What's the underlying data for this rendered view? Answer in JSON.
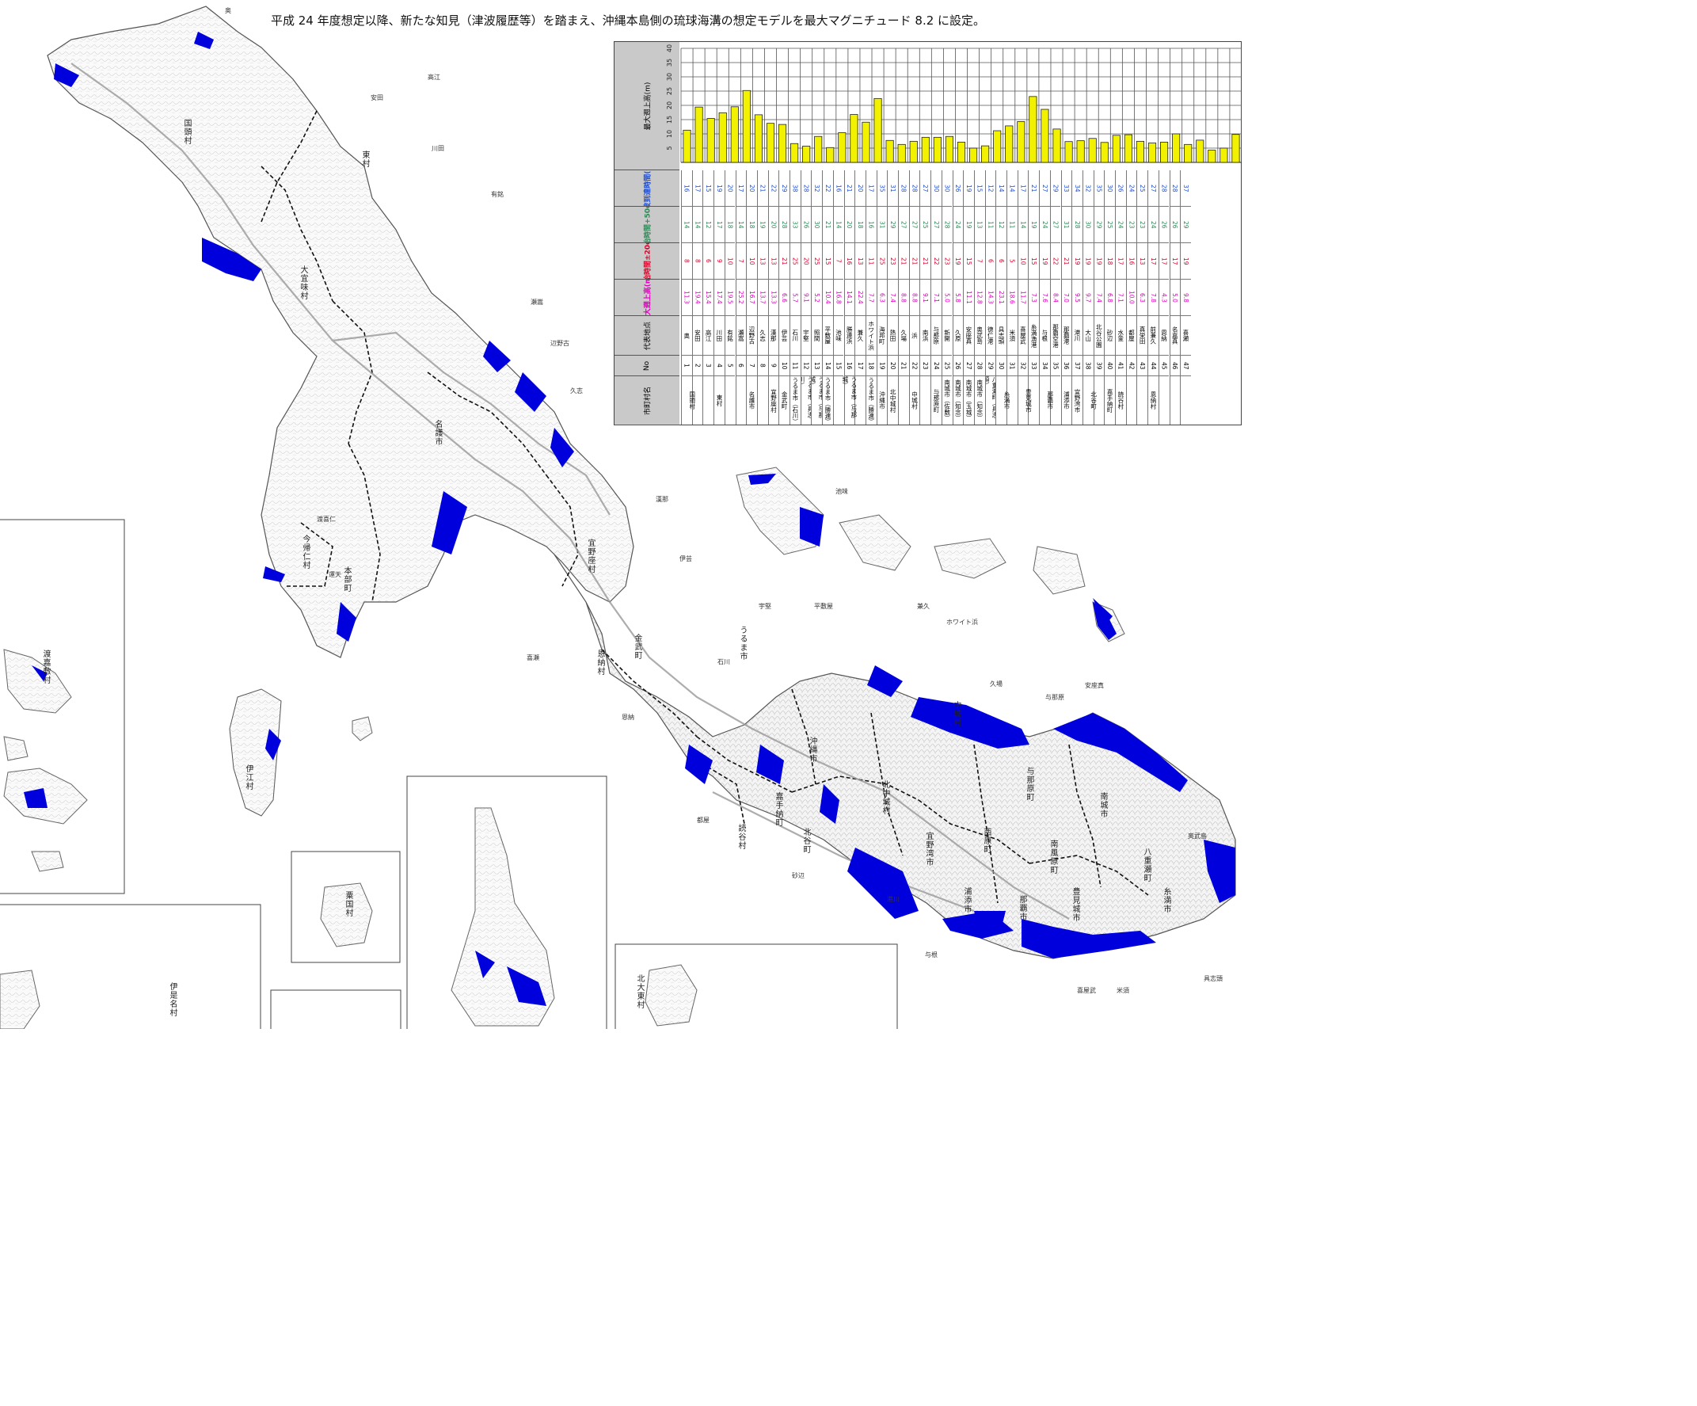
{
  "headline": "平成 24 年度想定以降、新たな知見（津波履歴等）を踏まえ、沖縄本島側の琉球海溝の想定モデルを最大マグニチュード 8.2 に設定。",
  "table": {
    "headers": {
      "municipality": "市町村名",
      "no": "No",
      "place": "代表地点",
      "max_height": "最大遡上高(m)",
      "impact_20": "影響開始時間±20cm(分)",
      "impact_50": "影響開始時間+50cm(分)",
      "arrival": "津波到達時間(分)",
      "chart_title": "最大遡上高(m)"
    },
    "municipality_groups": [
      {
        "name": "国頭村",
        "span": 2
      },
      {
        "name": "東村",
        "span": 3
      },
      {
        "name": "名護市",
        "span": 3
      },
      {
        "name": "宜野座村",
        "span": 1
      },
      {
        "name": "金武町",
        "span": 1
      },
      {
        "name": "うるま市（石川）",
        "span": 1
      },
      {
        "name": "うるま市（具志川）",
        "span": 1
      },
      {
        "name": "うるま市（与那城）",
        "span": 1
      },
      {
        "name": "うるま市（勝連）",
        "span": 1
      },
      {
        "name": "うるま市（与那城）",
        "span": 3
      },
      {
        "name": "うるま市（勝連）",
        "span": 1
      },
      {
        "name": "沖縄市",
        "span": 1
      },
      {
        "name": "北中城村",
        "span": 1
      },
      {
        "name": "中城村",
        "span": 3
      },
      {
        "name": "与那原町",
        "span": 1
      },
      {
        "name": "南城市（佐敷）",
        "span": 1
      },
      {
        "name": "南城市（知念）",
        "span": 1
      },
      {
        "name": "南城市（玉城）",
        "span": 1
      },
      {
        "name": "南城市（知念）",
        "span": 1
      },
      {
        "name": "八重瀬町（具志頭）",
        "span": 1
      },
      {
        "name": "糸満市",
        "span": 2
      },
      {
        "name": "豊見城市",
        "span": 2
      },
      {
        "name": "那覇市",
        "span": 2
      },
      {
        "name": "浦添市",
        "span": 1
      },
      {
        "name": "宜野湾市",
        "span": 1
      },
      {
        "name": "北谷町",
        "span": 2
      },
      {
        "name": "嘉手納町",
        "span": 1
      },
      {
        "name": "読谷村",
        "span": 1
      },
      {
        "name": "恩納村",
        "span": 5
      }
    ],
    "rows": [
      {
        "no": "1",
        "place": "奥",
        "h": "11.3",
        "imp": "8",
        "inf": "14",
        "arr": "16"
      },
      {
        "no": "2",
        "place": "安田",
        "h": "19.4",
        "imp": "8",
        "inf": "14",
        "arr": "17"
      },
      {
        "no": "3",
        "place": "高江",
        "h": "15.4",
        "imp": "6",
        "inf": "12",
        "arr": "15"
      },
      {
        "no": "4",
        "place": "川田",
        "h": "17.4",
        "imp": "9",
        "inf": "17",
        "arr": "19"
      },
      {
        "no": "5",
        "place": "有銘",
        "h": "19.5",
        "imp": "10",
        "inf": "18",
        "arr": "20"
      },
      {
        "no": "6",
        "place": "瀬嵩",
        "h": "25.2",
        "imp": "7",
        "inf": "14",
        "arr": "17"
      },
      {
        "no": "7",
        "place": "辺野古",
        "h": "16.7",
        "imp": "10",
        "inf": "18",
        "arr": "20"
      },
      {
        "no": "8",
        "place": "久志",
        "h": "13.7",
        "imp": "13",
        "inf": "19",
        "arr": "21"
      },
      {
        "no": "9",
        "place": "漢那",
        "h": "13.3",
        "imp": "13",
        "inf": "20",
        "arr": "22"
      },
      {
        "no": "10",
        "place": "伊芸",
        "h": "6.6",
        "imp": "21",
        "inf": "28",
        "arr": "29"
      },
      {
        "no": "11",
        "place": "石川",
        "h": "5.7",
        "imp": "25",
        "inf": "33",
        "arr": "38"
      },
      {
        "no": "12",
        "place": "宇堅",
        "h": "9.1",
        "imp": "20",
        "inf": "26",
        "arr": "28"
      },
      {
        "no": "13",
        "place": "照間",
        "h": "5.2",
        "imp": "25",
        "inf": "30",
        "arr": "32"
      },
      {
        "no": "14",
        "place": "平敷屋",
        "h": "10.4",
        "imp": "15",
        "inf": "21",
        "arr": "22"
      },
      {
        "no": "15",
        "place": "池味",
        "h": "16.8",
        "imp": "7",
        "inf": "14",
        "arr": "16"
      },
      {
        "no": "16",
        "place": "勝連浜",
        "h": "14.1",
        "imp": "16",
        "inf": "20",
        "arr": "21"
      },
      {
        "no": "17",
        "place": "兼久",
        "h": "22.4",
        "imp": "13",
        "inf": "18",
        "arr": "20"
      },
      {
        "no": "18",
        "place": "ホワイト浜",
        "h": "7.7",
        "imp": "11",
        "inf": "16",
        "arr": "17"
      },
      {
        "no": "19",
        "place": "海邦町",
        "h": "6.3",
        "imp": "25",
        "inf": "31",
        "arr": "35"
      },
      {
        "no": "20",
        "place": "熱田",
        "h": "7.4",
        "imp": "23",
        "inf": "29",
        "arr": "31"
      },
      {
        "no": "21",
        "place": "久場",
        "h": "8.8",
        "imp": "21",
        "inf": "27",
        "arr": "28"
      },
      {
        "no": "22",
        "place": "浜",
        "h": "8.8",
        "imp": "21",
        "inf": "27",
        "arr": "28"
      },
      {
        "no": "23",
        "place": "南浜",
        "h": "9.1",
        "imp": "21",
        "inf": "25",
        "arr": "27"
      },
      {
        "no": "24",
        "place": "与那原",
        "h": "7.1",
        "imp": "22",
        "inf": "27",
        "arr": "30"
      },
      {
        "no": "25",
        "place": "新開",
        "h": "5.0",
        "imp": "23",
        "inf": "28",
        "arr": "30"
      },
      {
        "no": "26",
        "place": "久原",
        "h": "5.8",
        "imp": "19",
        "inf": "24",
        "arr": "26"
      },
      {
        "no": "27",
        "place": "安座真",
        "h": "11.1",
        "imp": "15",
        "inf": "19",
        "arr": "19"
      },
      {
        "no": "28",
        "place": "奥武島",
        "h": "12.8",
        "imp": "7",
        "inf": "13",
        "arr": "15"
      },
      {
        "no": "29",
        "place": "徳仁港",
        "h": "14.3",
        "imp": "6",
        "inf": "11",
        "arr": "12"
      },
      {
        "no": "30",
        "place": "具志頭",
        "h": "23.1",
        "imp": "6",
        "inf": "12",
        "arr": "14"
      },
      {
        "no": "31",
        "place": "米須",
        "h": "18.6",
        "imp": "5",
        "inf": "11",
        "arr": "14"
      },
      {
        "no": "32",
        "place": "喜屋武",
        "h": "11.7",
        "imp": "10",
        "inf": "14",
        "arr": "17"
      },
      {
        "no": "33",
        "place": "糸満漁港",
        "h": "7.3",
        "imp": "15",
        "inf": "19",
        "arr": "21"
      },
      {
        "no": "34",
        "place": "与根",
        "h": "7.6",
        "imp": "19",
        "inf": "24",
        "arr": "27"
      },
      {
        "no": "35",
        "place": "那覇空港",
        "h": "8.4",
        "imp": "22",
        "inf": "27",
        "arr": "29"
      },
      {
        "no": "36",
        "place": "那覇港",
        "h": "7.0",
        "imp": "21",
        "inf": "31",
        "arr": "33"
      },
      {
        "no": "37",
        "place": "港川",
        "h": "9.5",
        "imp": "19",
        "inf": "28",
        "arr": "34"
      },
      {
        "no": "38",
        "place": "大山",
        "h": "9.7",
        "imp": "19",
        "inf": "30",
        "arr": "32"
      },
      {
        "no": "39",
        "place": "北谷公園",
        "h": "7.4",
        "imp": "19",
        "inf": "29",
        "arr": "35"
      },
      {
        "no": "40",
        "place": "砂辺",
        "h": "6.8",
        "imp": "18",
        "inf": "25",
        "arr": "30"
      },
      {
        "no": "41",
        "place": "水釜",
        "h": "7.1",
        "imp": "17",
        "inf": "24",
        "arr": "26"
      },
      {
        "no": "42",
        "place": "都屋",
        "h": "10.0",
        "imp": "16",
        "inf": "23",
        "arr": "24"
      },
      {
        "no": "43",
        "place": "真栄田",
        "h": "6.3",
        "imp": "13",
        "inf": "23",
        "arr": "25"
      },
      {
        "no": "44",
        "place": "前兼久",
        "h": "7.8",
        "imp": "17",
        "inf": "24",
        "arr": "27"
      },
      {
        "no": "45",
        "place": "恩納",
        "h": "4.3",
        "imp": "17",
        "inf": "26",
        "arr": "28"
      },
      {
        "no": "46",
        "place": "名嘉真",
        "h": "5.0",
        "imp": "17",
        "inf": "26",
        "arr": "28"
      },
      {
        "no": "47",
        "place": "喜瀬",
        "h": "9.8",
        "imp": "19",
        "inf": "29",
        "arr": "37"
      }
    ]
  },
  "chart_data": {
    "type": "bar",
    "title": "最大遡上高(m)",
    "categories": [
      "1",
      "2",
      "3",
      "4",
      "5",
      "6",
      "7",
      "8",
      "9",
      "10",
      "11",
      "12",
      "13",
      "14",
      "15",
      "16",
      "17",
      "18",
      "19",
      "20",
      "21",
      "22",
      "23",
      "24",
      "25",
      "26",
      "27",
      "28",
      "29",
      "30",
      "31",
      "32",
      "33",
      "34",
      "35",
      "36",
      "37",
      "38",
      "39",
      "40",
      "41",
      "42",
      "43",
      "44",
      "45",
      "46",
      "47"
    ],
    "values": [
      11.3,
      19.4,
      15.4,
      17.4,
      19.5,
      25.2,
      16.7,
      13.7,
      13.3,
      6.6,
      5.7,
      9.1,
      5.2,
      10.4,
      16.8,
      14.1,
      22.4,
      7.7,
      6.3,
      7.4,
      8.8,
      8.8,
      9.1,
      7.1,
      5.0,
      5.8,
      11.1,
      12.8,
      14.3,
      23.1,
      18.6,
      11.7,
      7.3,
      7.6,
      8.4,
      7.0,
      9.5,
      9.7,
      7.4,
      6.8,
      7.1,
      10.0,
      6.3,
      7.8,
      4.3,
      5.0,
      9.8
    ],
    "ylim": [
      0,
      40
    ],
    "yticks": [
      5,
      10,
      15,
      20,
      25,
      30,
      35,
      40
    ],
    "bar_color": "#f2f200",
    "grid": true
  },
  "map": {
    "inundation_color": "#0000dd",
    "municipality_labels": [
      {
        "name": "国頭村"
      },
      {
        "name": "東村"
      },
      {
        "name": "大宜味村"
      },
      {
        "name": "名護市"
      },
      {
        "name": "今帰仁村"
      },
      {
        "name": "本部町"
      },
      {
        "name": "宜野座村"
      },
      {
        "name": "恩納村"
      },
      {
        "name": "金武町"
      },
      {
        "name": "うるま市"
      },
      {
        "name": "伊江村"
      },
      {
        "name": "渡嘉敷村"
      },
      {
        "name": "伊是名村"
      },
      {
        "name": "北大東村"
      },
      {
        "name": "粟国村"
      },
      {
        "name": "読谷村"
      },
      {
        "name": "嘉手納町"
      },
      {
        "name": "北谷町"
      },
      {
        "name": "沖縄市"
      },
      {
        "name": "北中城村"
      },
      {
        "name": "中城村"
      },
      {
        "name": "宜野湾市"
      },
      {
        "name": "浦添市"
      },
      {
        "name": "西原町"
      },
      {
        "name": "与那原町"
      },
      {
        "name": "那覇市"
      },
      {
        "name": "豊見城市"
      },
      {
        "name": "南風原町"
      },
      {
        "name": "南城市"
      },
      {
        "name": "八重瀬町"
      },
      {
        "name": "糸満市"
      }
    ],
    "place_labels": [
      {
        "name": "奥"
      },
      {
        "name": "安田"
      },
      {
        "name": "高江"
      },
      {
        "name": "川田"
      },
      {
        "name": "有銘"
      },
      {
        "name": "瀬嵩"
      },
      {
        "name": "辺野古"
      },
      {
        "name": "久志"
      },
      {
        "name": "漢那"
      },
      {
        "name": "伊芸"
      },
      {
        "name": "石川"
      },
      {
        "name": "宇堅"
      },
      {
        "name": "平敷屋"
      },
      {
        "name": "池味"
      },
      {
        "name": "兼久"
      },
      {
        "name": "ホワイト浜"
      },
      {
        "name": "久場"
      },
      {
        "name": "与那原"
      },
      {
        "name": "安座真"
      },
      {
        "name": "奥武島"
      },
      {
        "name": "具志頭"
      },
      {
        "name": "米須"
      },
      {
        "name": "喜屋武"
      },
      {
        "name": "与根"
      },
      {
        "name": "港川"
      },
      {
        "name": "砂辺"
      },
      {
        "name": "都屋"
      },
      {
        "name": "恩納"
      },
      {
        "name": "喜瀬"
      },
      {
        "name": "渡喜仁"
      },
      {
        "name": "運天"
      }
    ]
  }
}
